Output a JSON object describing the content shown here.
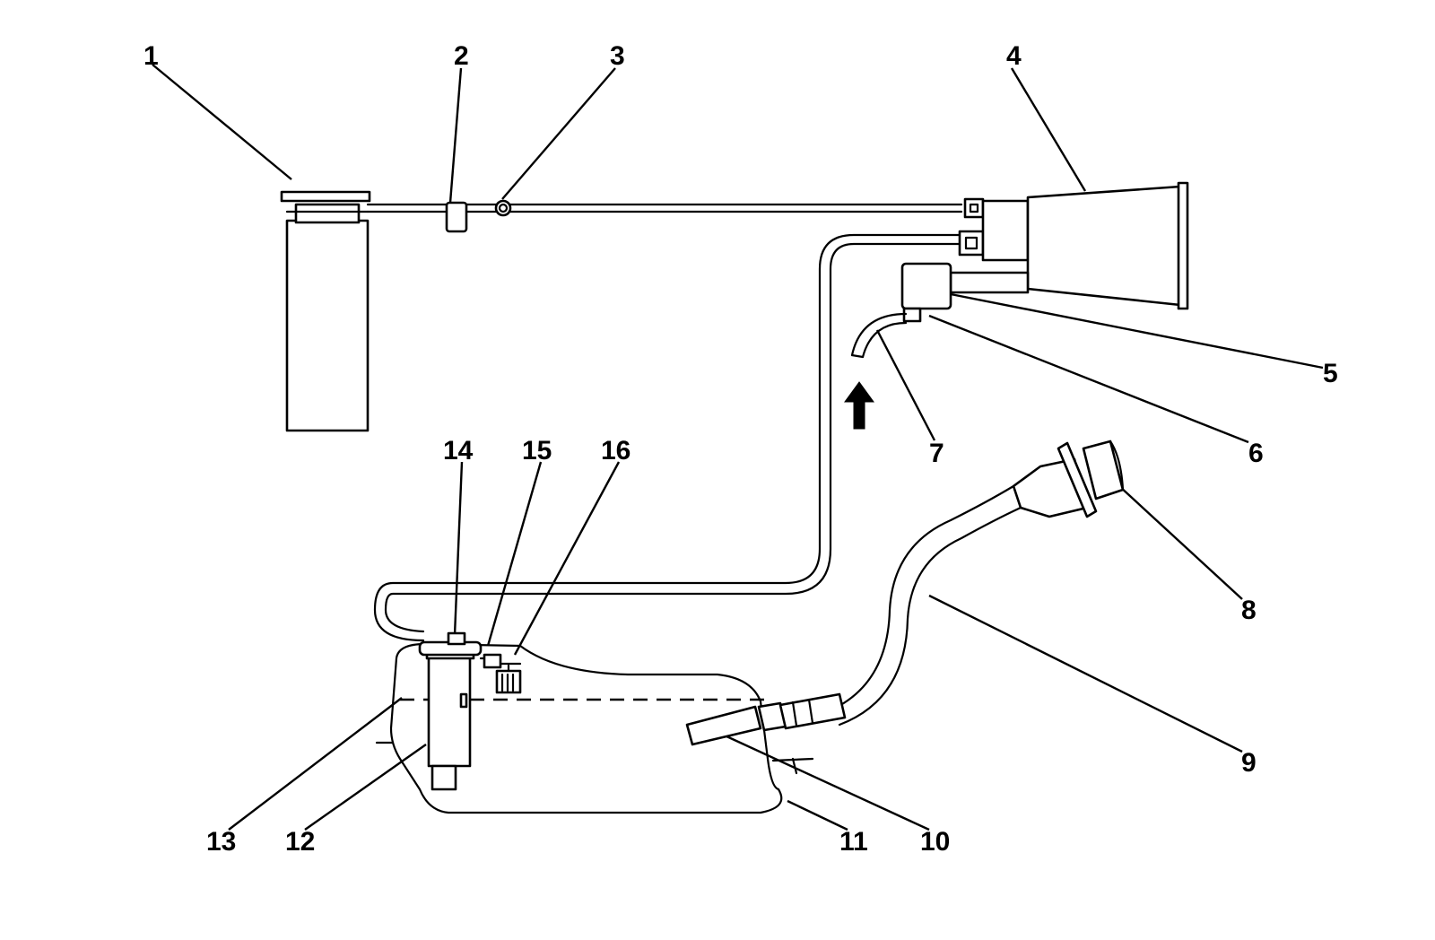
{
  "callouts": [
    "1",
    "2",
    "3",
    "4",
    "5",
    "6",
    "7",
    "8",
    "9",
    "10",
    "11",
    "12",
    "13",
    "14",
    "15",
    "16"
  ],
  "colors": {
    "stroke": "#000000",
    "background": "#ffffff",
    "fill": "#ffffff"
  }
}
